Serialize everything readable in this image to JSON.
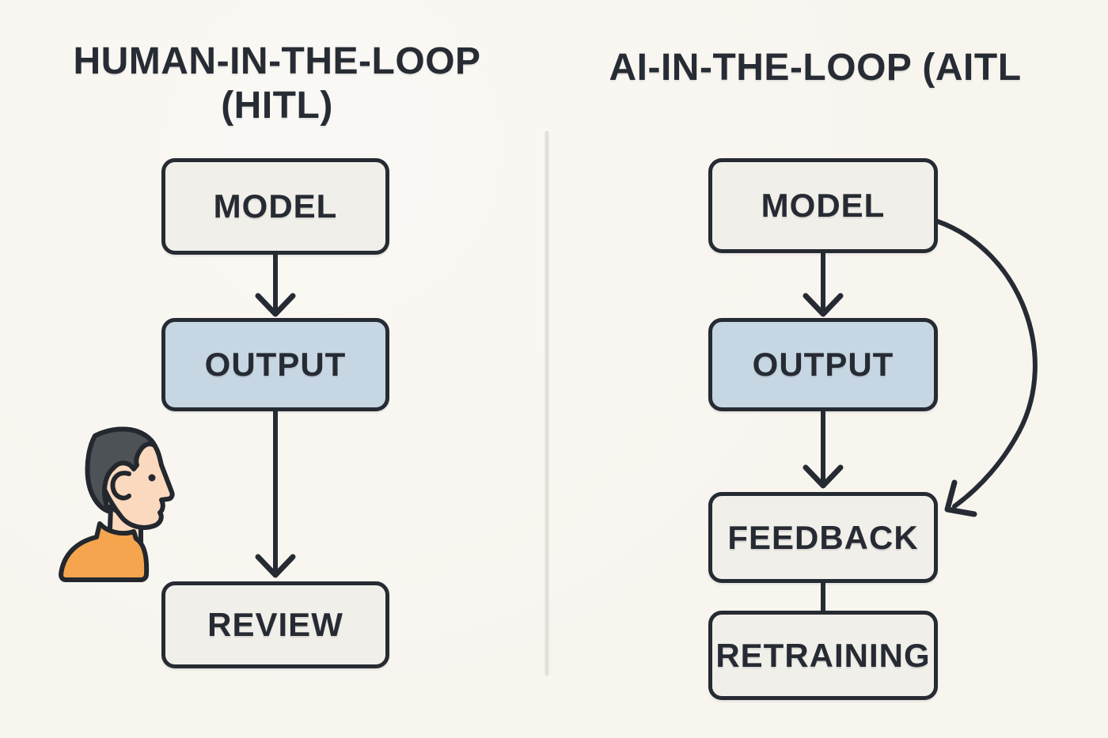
{
  "diagram": {
    "left": {
      "title_line1": "HUMAN-IN-THE-LOOP",
      "title_line2": "(HITL)",
      "nodes": {
        "model": "MODEL",
        "output": "OUTPUT",
        "review": "REVIEW"
      },
      "icon": "human-reviewer"
    },
    "right": {
      "title": "AI-IN-THE-LOOP (AITL",
      "nodes": {
        "model": "MODEL",
        "output": "OUTPUT",
        "feedback": "FEEDBACK",
        "retraining": "RETRAINING"
      },
      "loop_arrow": "model-to-feedback"
    }
  },
  "colors": {
    "background": "#f8f5ef",
    "box_fill": "#f1efe9",
    "box_highlight_fill": "#c6d7e3",
    "outline": "#262b33",
    "divider": "#e3e0d9",
    "person_hair": "#4d5257",
    "person_skin": "#fbd9be",
    "person_shirt": "#f4a54e"
  }
}
